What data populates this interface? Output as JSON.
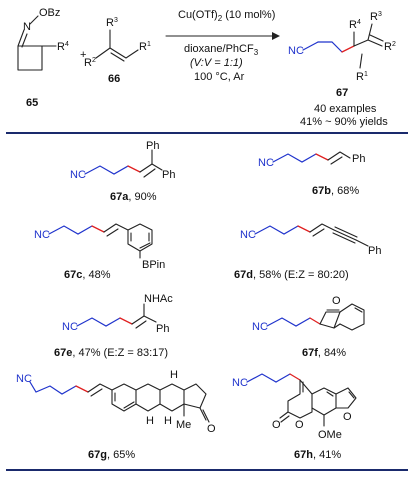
{
  "reaction": {
    "substrate1": {
      "label": "65",
      "group_top": "OBz",
      "group_n": "N",
      "group_r": "R",
      "group_r_sup": "4"
    },
    "plus": "+",
    "substrate2": {
      "label": "66",
      "r1": "R",
      "r1_sup": "1",
      "r2": "R",
      "r2_sup": "2",
      "r3": "R",
      "r3_sup": "3"
    },
    "conditions": {
      "catalyst": "Cu(OTf)",
      "catalyst_sub": "2",
      "catalyst_tail": " (10 mol%)",
      "solvent": "dioxane/PhCF",
      "solvent_sub": "3",
      "ratio": "(V:V = 1:1)",
      "temperature": "100 °C, Ar"
    },
    "product": {
      "label": "67",
      "nc": "NC",
      "r4": "R",
      "r4_sup": "4",
      "r3": "R",
      "r3_sup": "3",
      "r2": "R",
      "r2_sup": "2",
      "r1": "R",
      "r1_sup": "1",
      "examples": "40 examples",
      "yields": "41% ~ 90% yields"
    }
  },
  "compounds": [
    {
      "id": "67a",
      "yield": ", 90%",
      "groups": [
        "NC",
        "Ph",
        "Ph"
      ]
    },
    {
      "id": "67b",
      "yield": ", 68%",
      "groups": [
        "NC",
        "Ph"
      ]
    },
    {
      "id": "67c",
      "yield": ", 48%",
      "groups": [
        "NC",
        "BPin"
      ]
    },
    {
      "id": "67d",
      "yield": ", 58% (E:Z = 80:20)",
      "groups": [
        "NC",
        "Ph"
      ]
    },
    {
      "id": "67e",
      "yield": ", 47% (E:Z = 83:17)",
      "groups": [
        "NC",
        "NHAc",
        "Ph"
      ]
    },
    {
      "id": "67f",
      "yield": ", 84%",
      "groups": [
        "NC",
        "O"
      ]
    },
    {
      "id": "67g",
      "yield": ", 65%",
      "groups": [
        "NC",
        "H",
        "H",
        "H",
        "Me",
        "O"
      ]
    },
    {
      "id": "67h",
      "yield": ", 41%",
      "groups": [
        "NC",
        "O",
        "O",
        "O",
        "OMe"
      ]
    }
  ],
  "colors": {
    "nitrile": "#1f33cc",
    "new_bond": "#e02020",
    "rule": "#1a2a6c"
  }
}
